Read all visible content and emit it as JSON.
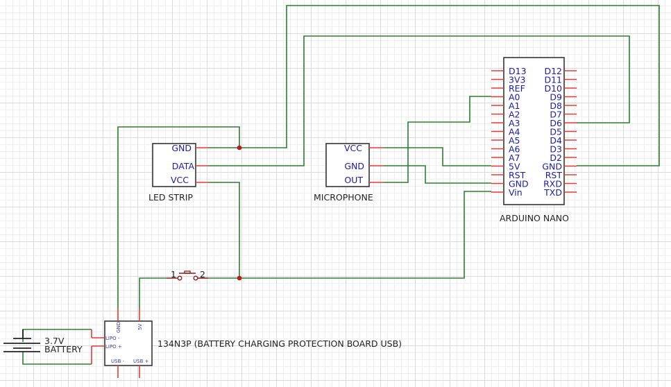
{
  "diagram": {
    "type": "electronic-schematic",
    "colors": {
      "wire": "#2e7d32",
      "pin": "#e53935",
      "junction": "#b71c1c",
      "pin_label": "#1a1aa6",
      "component_label": "#222222"
    },
    "components": {
      "led_strip": {
        "label": "LED STRIP",
        "pins": [
          "GND",
          "DATA",
          "VCC"
        ]
      },
      "microphone": {
        "label": "MICROPHONE",
        "pins": [
          "VCC",
          "GND",
          "OUT"
        ]
      },
      "arduino": {
        "label": "ARDUINO NANO",
        "left_pins": [
          "D13",
          "3V3",
          "REF",
          "A0",
          "A1",
          "A2",
          "A3",
          "A4",
          "A5",
          "A6",
          "A7",
          "5V",
          "RST",
          "GND",
          "Vin"
        ],
        "right_pins": [
          "D12",
          "D11",
          "D10",
          "D9",
          "D8",
          "D7",
          "D6",
          "D5",
          "D4",
          "D3",
          "D2",
          "GND",
          "RST",
          "RXD",
          "TXD"
        ]
      },
      "charger": {
        "label": "134N3P (BATTERY CHARGING PROTECTION BOARD USB)",
        "pins": {
          "gnd": "GND",
          "v5": "5V",
          "lipo_neg": "LIPO -",
          "lipo_pos": "LIPO +",
          "usb_neg": "USB -",
          "usb_pos": "USB +"
        }
      },
      "battery": {
        "label_line1": "3.7V",
        "label_line2": "BATTERY"
      },
      "switch": {
        "pin1": "1",
        "pin2": "2"
      }
    },
    "connections": [
      "LED STRIP GND — ARDUINO GND (right)",
      "LED STRIP GND — CHARGER GND",
      "LED STRIP DATA — ARDUINO D6",
      "LED STRIP VCC — SWITCH 2 — ARDUINO Vin",
      "CHARGER 5V — SWITCH 1",
      "MICROPHONE VCC — ARDUINO 5V",
      "MICROPHONE GND — ARDUINO GND (left)",
      "MICROPHONE OUT — ARDUINO A0",
      "BATTERY — CHARGER LIPO -",
      "BATTERY — CHARGER LIPO +"
    ]
  }
}
